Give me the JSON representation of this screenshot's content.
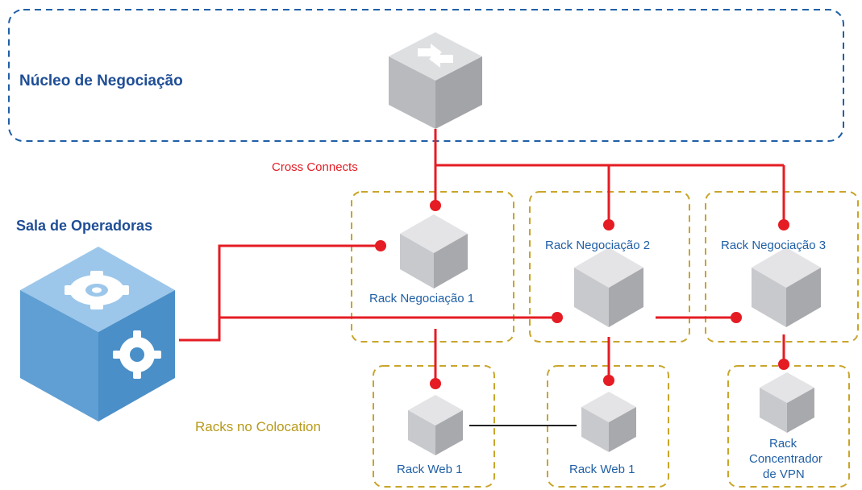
{
  "zones": {
    "core_title": "Núcleo de Negociação",
    "operators_title": "Sala de Operadoras",
    "colocation_label": "Racks no Colocation",
    "cross_connects_label": "Cross Connects"
  },
  "racks": {
    "negociacao_1": "Rack Negociação 1",
    "negociacao_2": "Rack Negociação 2",
    "negociacao_3": "Rack Negociação 3",
    "web_1a": "Rack Web 1",
    "web_1b": "Rack Web 1",
    "vpn_line1": "Rack",
    "vpn_line2": "Concentrador",
    "vpn_line3": "de VPN"
  },
  "icons": {
    "core": "network-switch-icon",
    "operators": "gear-server-icon",
    "rack": "rack-cube-icon"
  },
  "colors": {
    "core_border": "#1f5fa6",
    "rack_border": "#c9a52a",
    "link": "#e51c23",
    "operators_fill": "#6fa9d8",
    "cube_light": "#e4e4e6",
    "cube_mid": "#c5c6c9",
    "cube_dark": "#a8a9ac"
  }
}
